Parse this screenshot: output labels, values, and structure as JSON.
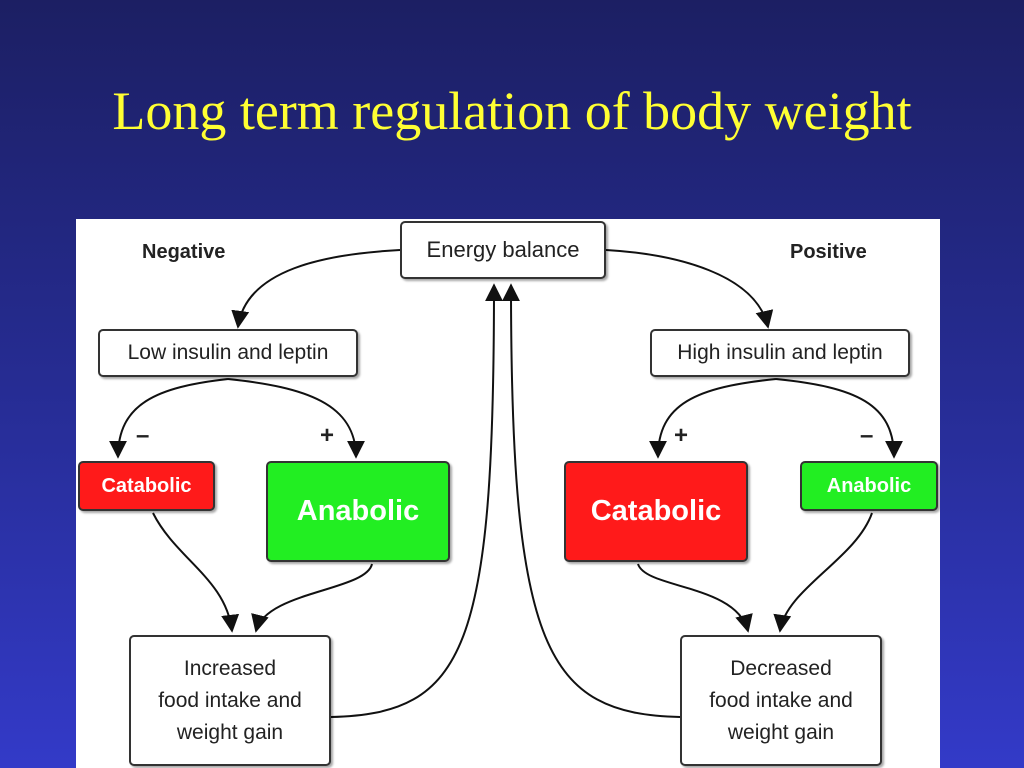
{
  "slide": {
    "title": "Long term regulation of body weight"
  },
  "diagram": {
    "energy_balance": "Energy balance",
    "negative_label": "Negative",
    "positive_label": "Positive",
    "low_insulin": "Low insulin and leptin",
    "high_insulin": "High insulin and leptin",
    "catabolic_small": "Catabolic",
    "anabolic_large": "Anabolic",
    "catabolic_large": "Catabolic",
    "anabolic_small": "Anabolic",
    "increased_outcome": "Increased\nfood intake and\nweight gain",
    "decreased_outcome": "Decreased\nfood intake and\nweight gain",
    "sign_left_catabolic": "–",
    "sign_left_anabolic": "+",
    "sign_right_catabolic": "+",
    "sign_right_anabolic": "–"
  },
  "colors": {
    "catabolic": "#ff1a1a",
    "anabolic": "#22ee22",
    "title": "#ffff33",
    "background": "#262c93"
  }
}
